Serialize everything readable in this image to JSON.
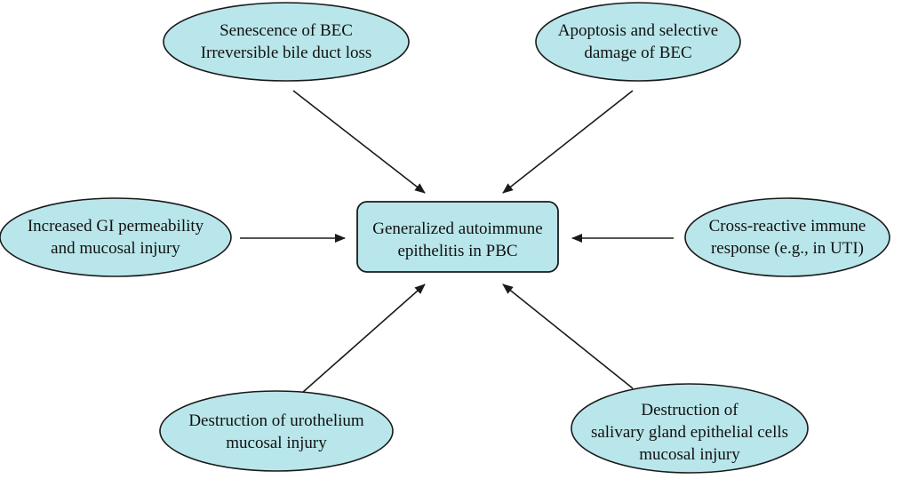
{
  "diagram": {
    "center": {
      "lines": [
        "Generalized autoimmune",
        "epithelitis in PBC"
      ]
    },
    "nodes": [
      {
        "id": "senescence",
        "lines": [
          "Senescence of BEC",
          "Irreversible bile duct loss"
        ]
      },
      {
        "id": "apoptosis",
        "lines": [
          "Apoptosis and selective",
          "damage of BEC"
        ]
      },
      {
        "id": "gi",
        "lines": [
          "Increased GI permeability",
          "and mucosal injury"
        ]
      },
      {
        "id": "cross-reactive",
        "lines": [
          "Cross-reactive immune",
          "response (e.g., in UTI)"
        ]
      },
      {
        "id": "urothelium",
        "lines": [
          "Destruction of urothelium",
          "mucosal injury"
        ]
      },
      {
        "id": "salivary",
        "lines": [
          "Destruction of",
          "salivary gland epithelial cells",
          "mucosal injury"
        ]
      }
    ],
    "colors": {
      "node_fill": "#b9e6ea",
      "center_fill": "#b9e6ea",
      "stroke": "#1a1a1a"
    }
  }
}
